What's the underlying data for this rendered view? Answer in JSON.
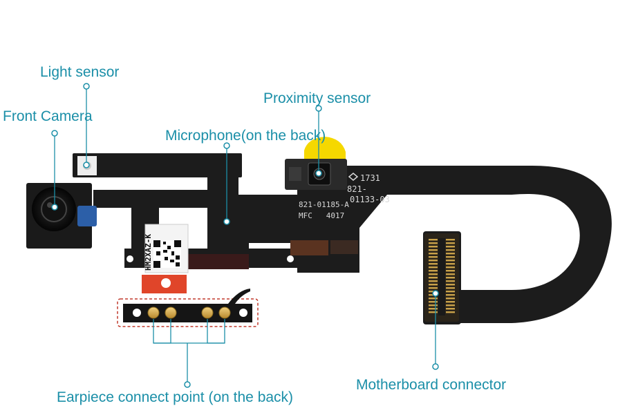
{
  "labels": {
    "light_sensor": "Light sensor",
    "front_camera": "Front Camera",
    "proximity_sensor": "Proximity sensor",
    "microphone": "Microphone(on the back)",
    "earpiece": "Earpiece connect point (on the back)",
    "motherboard": "Motherboard connector"
  },
  "flex_print": {
    "badge_number": "1731",
    "part_line1": "821-",
    "part_line2": "01133-03",
    "part_line3": "821-01185-A",
    "part_line4": "MFC   4017"
  },
  "qr_sticker_text": "HM2XAZ-K",
  "colors": {
    "label_text": "#1b8fa8",
    "leader_line": "#1b8fa8",
    "flex_cable": "#1c1c1c",
    "earpiece_contact": "#d4a94c",
    "earpiece_outline": "#c0392b",
    "proximity_pad": "#f5d800",
    "camera_tab": "#2c5fa8"
  }
}
